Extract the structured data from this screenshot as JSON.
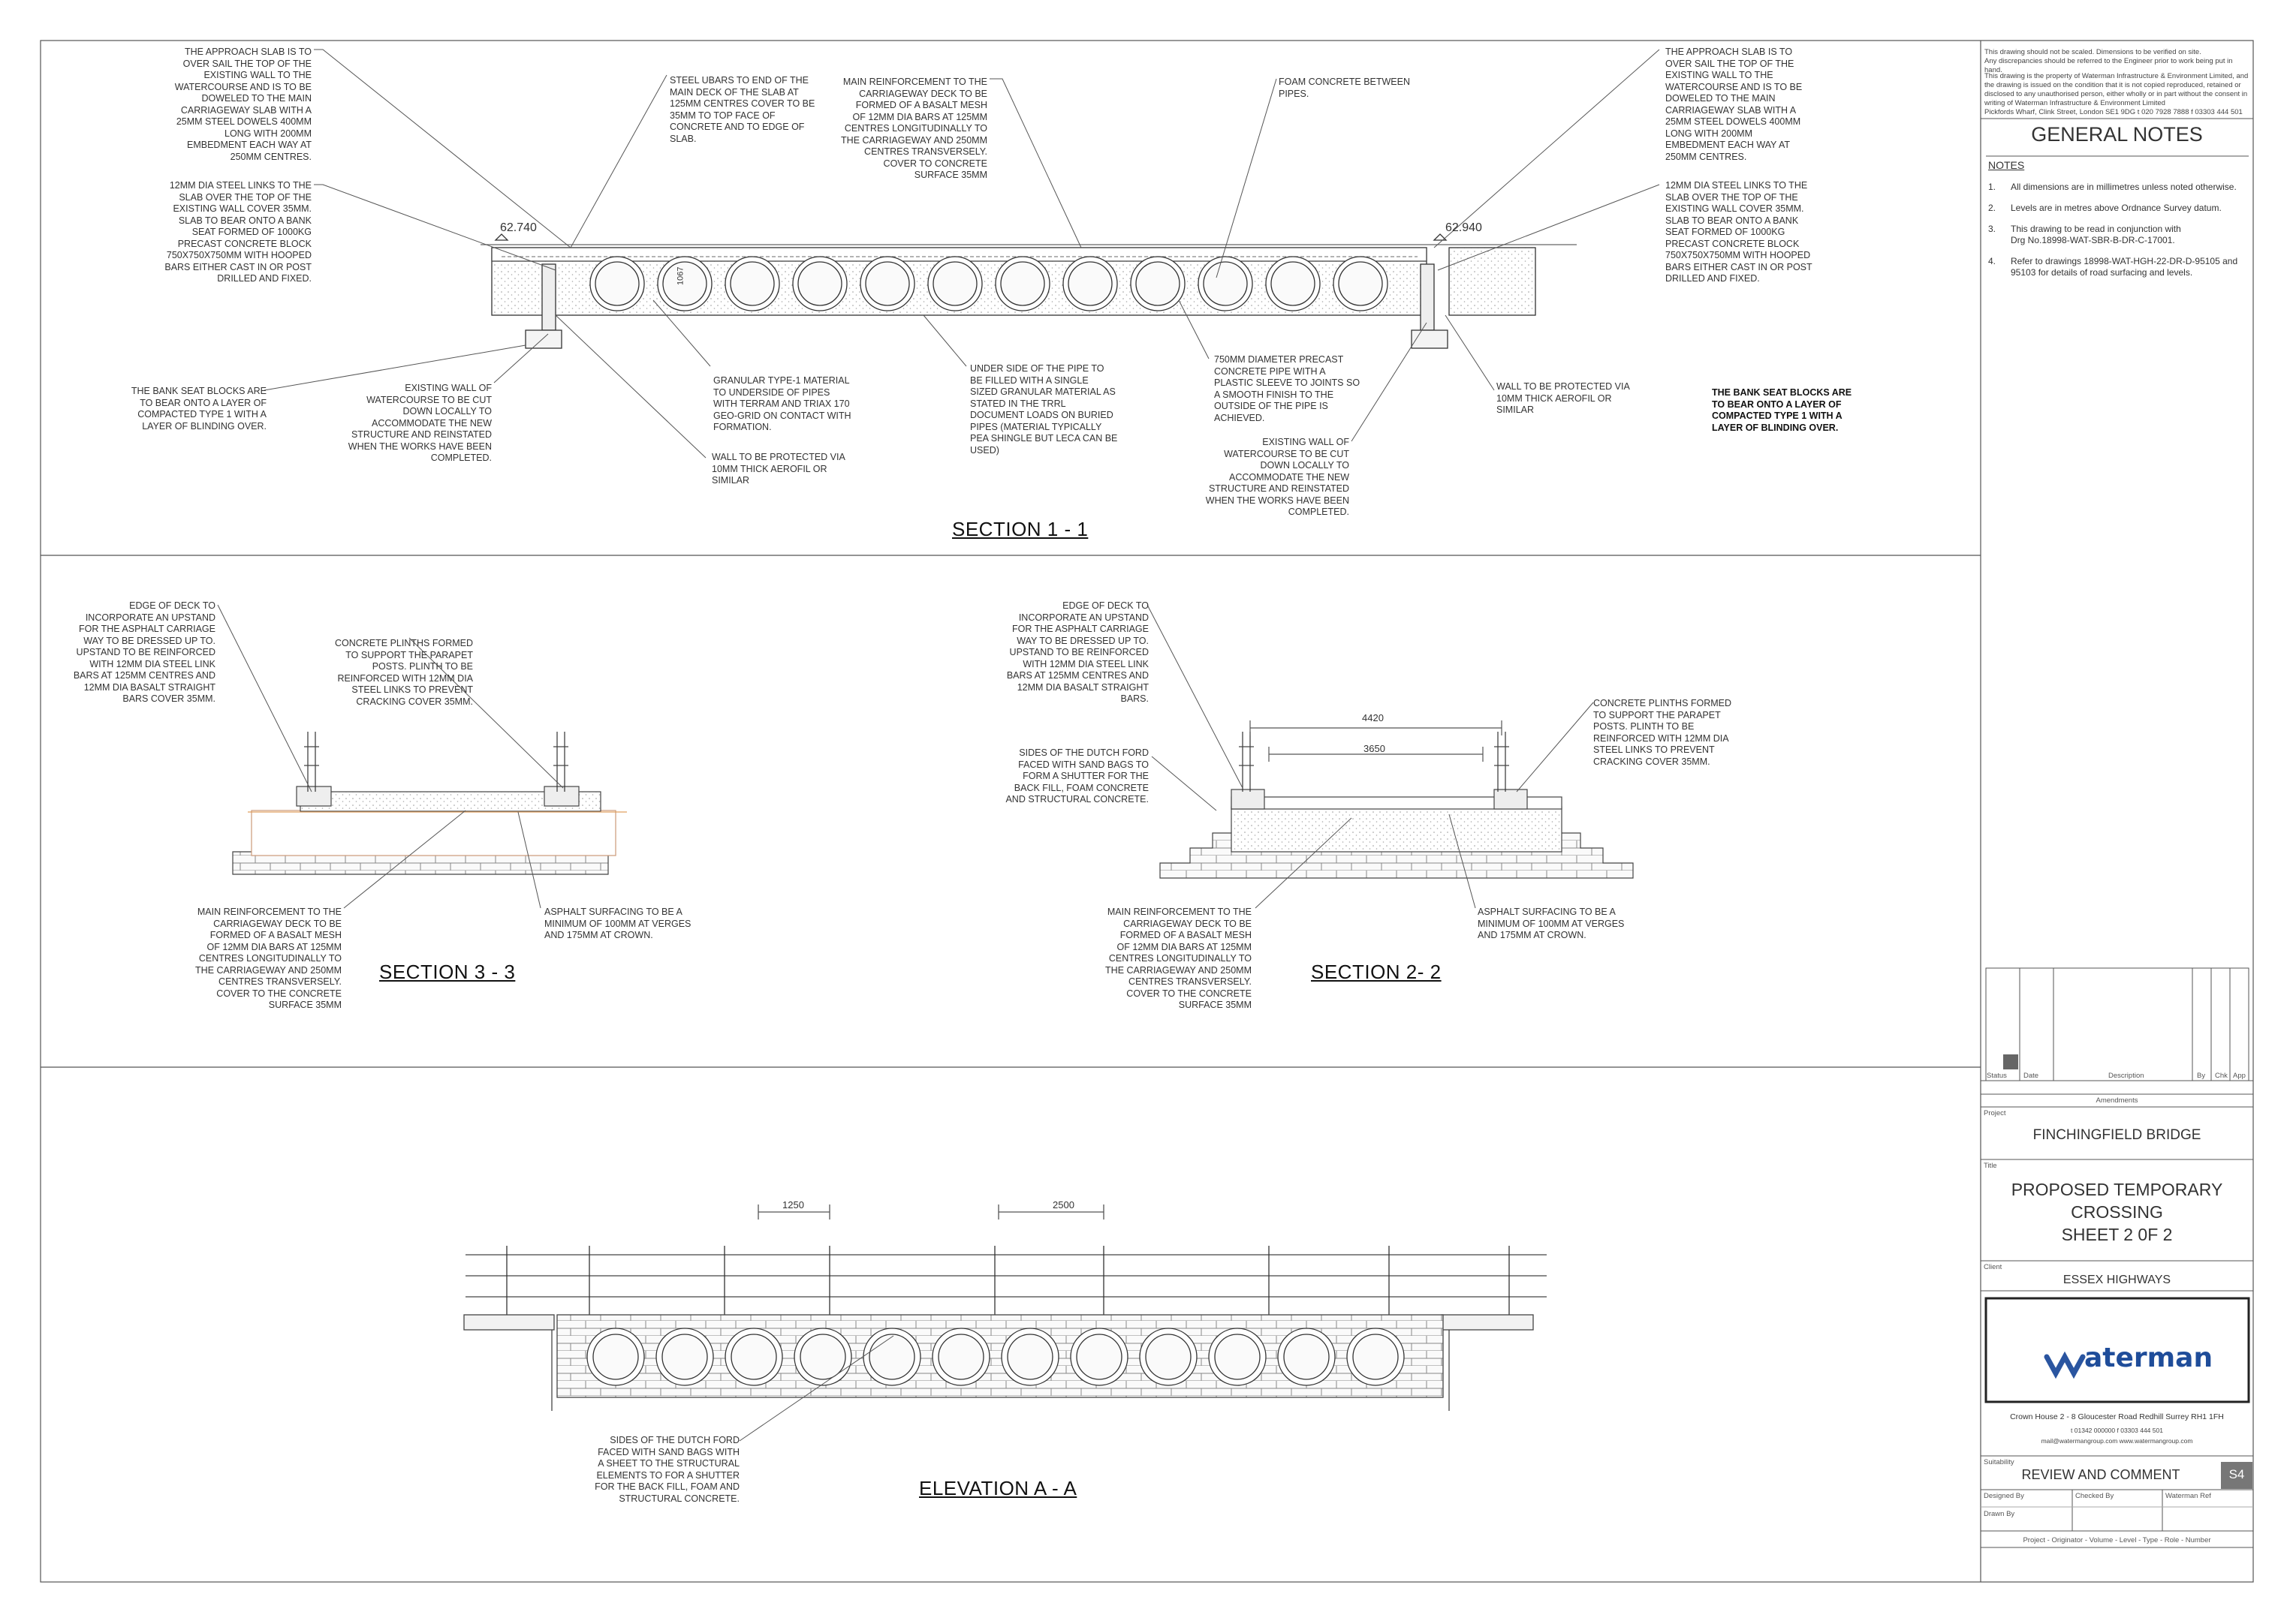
{
  "levels": {
    "left": "62.740",
    "right": "62.940",
    "pipe_dim": "1067"
  },
  "section11": {
    "title": "SECTION 1 - 1",
    "notes": {
      "approach_left": "THE APPROACH SLAB IS TO\nOVER SAIL THE TOP OF THE\nEXISTING WALL TO THE\nWATERCOURSE AND IS TO BE\nDOWELED TO THE MAIN\nCARRIAGEWAY SLAB WITH A\n25mm STEEL DOWELS 400mm\nLONG WITH 200mm\nEMBEDMENT EACH WAY AT\n250mm CENTRES.",
      "links_left": "12mm DIA STEEL LINKS TO THE\nSLAB OVER THE TOP OF THE\nEXISTING WALL COVER 35mm.\nSLAB TO BEAR ONTO A BANK\nSEAT FORMED OF 1000kg\nPRECAST CONCRETE BLOCK\n750x750x750mm WITH HOOPED\nBARS EITHER CAST IN OR POST\nDRILLED AND FIXED.",
      "bank_left": "THE BANK SEAT BLOCKS ARE\nTO BEAR ONTO A LAYER OF\nCOMPACTED TYPE 1 WITH A\nLAYER OF BLINDING OVER.",
      "wall_left": "EXISTING WALL OF\nWATERCOURSE TO BE CUT\nDOWN LOCALLY TO\nACCOMMODATE THE NEW\nSTRUCTURE AND REINSTATED\nWHEN THE WORKS HAVE BEEN\nCOMPLETED.",
      "ubars": "STEEL UBARS TO END OF THE\nMAIN DECK OF THE SLAB AT\n125mm CENTRES COVER TO BE\n35mm TO TOP FACE OF\nCONCRETE AND TO EDGE OF\nSLAB.",
      "main_reinf": "MAIN REINFORCEMENT TO THE\nCARRIAGEWAY DECK TO BE\nFORMED OF A BASALT MESH\nOF 12mm DIA BARS AT 125mm\nCENTRES LONGITUDINALLY TO\nTHE CARRIAGEWAY AND 250mm\nCENTRES TRANSVERSELY.\nCOVER TO CONCRETE\nSURFACE 35mm",
      "foam": "FOAM CONCRETE BETWEEN\nPIPES.",
      "approach_right": "THE APPROACH SLAB IS TO\nOVER SAIL THE TOP OF THE\nEXISTING WALL TO THE\nWATERCOURSE AND IS TO BE\nDOWELED TO THE MAIN\nCARRIAGEWAY SLAB WITH A\n25mm STEEL DOWELS 400mm\nLONG WITH 200mm\nEMBEDMENT EACH WAY AT\n250mm CENTRES.",
      "links_right": "12mm DIA STEEL LINKS TO THE\nSLAB OVER THE TOP OF THE\nEXISTING WALL COVER 35mm.\nSLAB TO BEAR ONTO A BANK\nSEAT FORMED OF 1000kg\nPRECAST CONCRETE BLOCK\n750x750x750mm WITH HOOPED\nBARS EITHER CAST IN OR POST\nDRILLED AND FIXED.",
      "granular": "GRANULAR TYPE-1 MATERIAL\nTO UNDERSIDE OF PIPES\nWITH TERRAM AND TRIAX 170\nGEO-GRID ON CONTACT WITH\nFORMATION.",
      "wall_protect_mid": "WALL TO BE PROTECTED VIA\n10mm THICK AEROFIL OR\nSIMILAR",
      "underside": "UNDER SIDE OF THE PIPE TO\nBE FILLED WITH A SINGLE\nSIZED GRANULAR MATERIAL AS\nSTATED IN THE TRRL\nDOCUMENT LOADS ON BURIED\nPIPES (MATERIAL TYPICALLY\nPEA SHINGLE BUT LECA CAN BE\nUSED)",
      "pipe750": "750mm DIAMETER PRECAST\nCONCRETE PIPE WITH A\nPLASTIC SLEEVE TO JOINTS SO\nA SMOOTH FINISH TO THE\nOUTSIDE OF THE PIPE IS\nACHIEVED.",
      "wall_right": "EXISTING WALL OF\nWATERCOURSE TO BE CUT\nDOWN LOCALLY TO\nACCOMMODATE THE NEW\nSTRUCTURE AND REINSTATED\nWHEN THE WORKS HAVE BEEN\nCOMPLETED.",
      "wall_protect_right": "WALL TO BE PROTECTED VIA\n10mm THICK AEROFIL OR\nSIMILAR",
      "bank_right": "THE BANK SEAT BLOCKS ARE\nTO BEAR ONTO A LAYER OF\nCOMPACTED TYPE 1 WITH A\nLAYER OF BLINDING OVER."
    }
  },
  "section33": {
    "title": "SECTION 3 - 3",
    "notes": {
      "edge": "EDGE OF DECK TO\nINCORPORATE AN UPSTAND\nFOR THE ASPHALT CARRIAGE\nWAY TO BE DRESSED UP TO.\nUPSTAND TO BE REINFORCED\nWITH 12mm DIA STEEL LINK\nBARS AT 125mm CENTRES AND\n12mm DIA BASALT STRAIGHT\nBARS COVER 35mm.",
      "plinths": "CONCRETE PLINTHS FORMED\nTO SUPPORT THE PARAPET\nPOSTS. PLINTH TO BE\nREINFORCED WITH 12mm DIA\nSTEEL LINKS TO PREVENT\nCRACKING COVER 35mm.",
      "main": "MAIN REINFORCEMENT TO THE\nCARRIAGEWAY DECK TO BE\nFORMED OF A BASALT MESH\nOF 12mm DIA BARS AT 125mm\nCENTRES LONGITUDINALLY TO\nTHE CARRIAGEWAY AND 250mm\nCENTRES TRANSVERSELY.\nCOVER TO THE CONCRETE\nSURFACE 35mm",
      "asphalt": "ASPHALT SURFACING TO BE A\nMINIMUM OF 100mm AT VERGES\nAND 175mm AT CROWN."
    }
  },
  "section22": {
    "title": "SECTION 2- 2",
    "dims": {
      "outer": "4420",
      "inner": "3650"
    },
    "notes": {
      "edge": "EDGE OF DECK TO\nINCORPORATE AN UPSTAND\nFOR THE ASPHALT CARRIAGE\nWAY TO BE DRESSED UP TO.\nUPSTAND TO BE REINFORCED\nWITH 12mm DIA STEEL LINK\nBARS AT 125mm CENTRES AND\n12mm DIA BASALT STRAIGHT\nBARS.",
      "sides": "SIDES OF THE DUTCH FORD\nFACED WITH SAND BAGS TO\nFORM A SHUTTER FOR THE\nBACK FILL, FOAM CONCRETE\nAND STRUCTURAL CONCRETE.",
      "plinths": "CONCRETE PLINTHS FORMED\nTO SUPPORT THE PARAPET\nPOSTS. PLINTH TO BE\nREINFORCED WITH 12mm DIA\nSTEEL LINKS TO PREVENT\nCRACKING COVER 35mm.",
      "main": "MAIN REINFORCEMENT TO THE\nCARRIAGEWAY DECK TO BE\nFORMED OF A BASALT MESH\nOF 12mm DIA BARS AT 125mm\nCENTRES LONGITUDINALLY TO\nTHE CARRIAGEWAY AND 250mm\nCENTRES TRANSVERSELY.\nCOVER TO THE CONCRETE\nSURFACE 35mm",
      "asphalt": "ASPHALT SURFACING TO BE A\nMINIMUM OF 100mm AT VERGES\nAND 175mm AT CROWN."
    }
  },
  "elevation": {
    "title": "ELEVATION A - A",
    "dims": {
      "a": "1250",
      "b": "2500"
    },
    "note": "SIDES OF THE DUTCH FORD\nFACED WITH SAND BAGS WITH\nA SHEET TO THE STRUCTURAL\nELEMENTS TO FOR A SHUTTER\nFOR THE BACK FILL, FOAM AND\nSTRUCTURAL CONCRETE."
  },
  "titleblock": {
    "disclaimer1": "This drawing should not be scaled. Dimensions to be verified on site.\nAny discrepancies should be referred to the Engineer prior to work being put in hand.",
    "disclaimer2": "This drawing is the property of Waterman Infrastructure & Environment Limited, and the drawing is issued on the condition that it is not copied reproduced, retained or disclosed to any unauthorised person, either wholly or in part without the consent in writing of Waterman Infrastructure & Environment Limited\nPickfords Wharf, Clink Street, London SE1 9DG  t 020 7928 7888  f 03303 444 501",
    "general_notes": "GENERAL NOTES",
    "notes_heading": "NOTES",
    "notes": [
      {
        "num": "1.",
        "text": "All dimensions are in millimetres unless noted otherwise."
      },
      {
        "num": "2.",
        "text": "Levels are in metres above Ordnance Survey datum."
      },
      {
        "num": "3.",
        "text": "This drawing to be read in conjunction with\nDrg No.18998-WAT-SBR-B-DR-C-17001."
      },
      {
        "num": "4.",
        "text": "Refer to drawings 18998-WAT-HGH-22-DR-D-95105 and\n95103 for details of road surfacing and levels."
      }
    ],
    "amend_cols": [
      "Status",
      "Date",
      "Description",
      "By",
      "Chk",
      "App"
    ],
    "amendments": "Amendments",
    "project_label": "Project",
    "project": "FINCHINGFIELD BRIDGE",
    "title_label": "Title",
    "title": "PROPOSED TEMPORARY\nCROSSING\nSHEET 2 0F 2",
    "client_label": "Client",
    "client": "ESSEX HIGHWAYS",
    "logo": "aterman",
    "address": "Crown House  2 - 8 Gloucester Road  Redhill  Surrey  RH1 1FH",
    "contact1": "t 01342 000000  f 03303 444 501",
    "contact2": "mail@watermangroup.com          www.watermangroup.com",
    "suitability_label": "Suitability",
    "suitability": "REVIEW AND COMMENT",
    "status_code": "S4",
    "designed_by": "Designed By",
    "checked_by": "Checked By",
    "waterman_ref": "Waterman Ref",
    "drawn_by": "Drawn By",
    "number_line": "Project  -  Originator  -  Volume  -  Level  -  Type  -  Role  -  Number"
  }
}
